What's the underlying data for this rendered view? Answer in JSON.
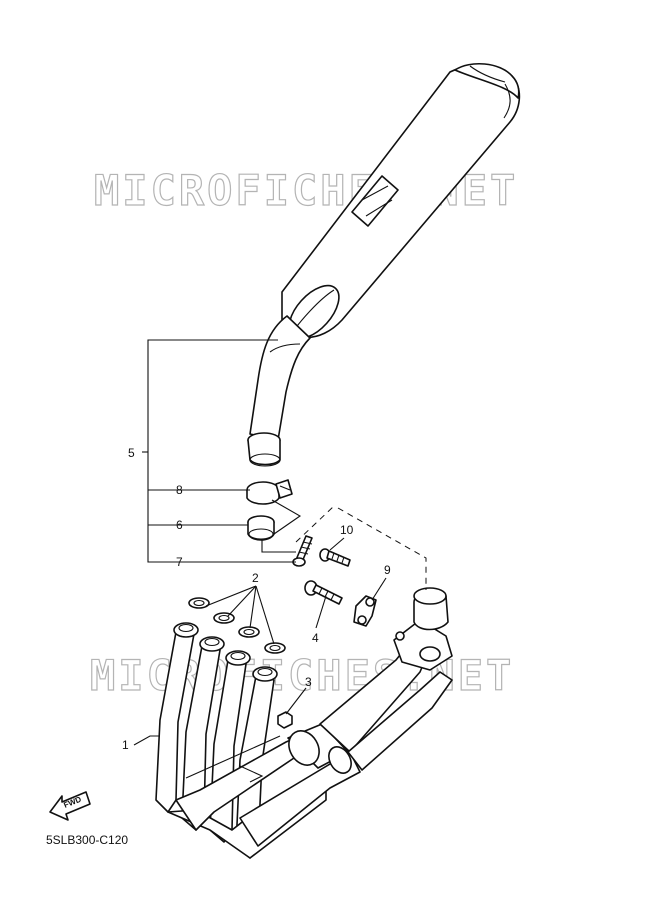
{
  "watermark": {
    "text": "MICROFICHES.NET"
  },
  "diagram": {
    "code": "5SLB300-C120",
    "fwd_label": "FWD",
    "callouts": {
      "c1": "1",
      "c2": "2",
      "c3": "3",
      "c4": "4",
      "c5": "5",
      "c6": "6",
      "c7": "7",
      "c8": "8",
      "c9": "9",
      "c10": "10"
    }
  }
}
